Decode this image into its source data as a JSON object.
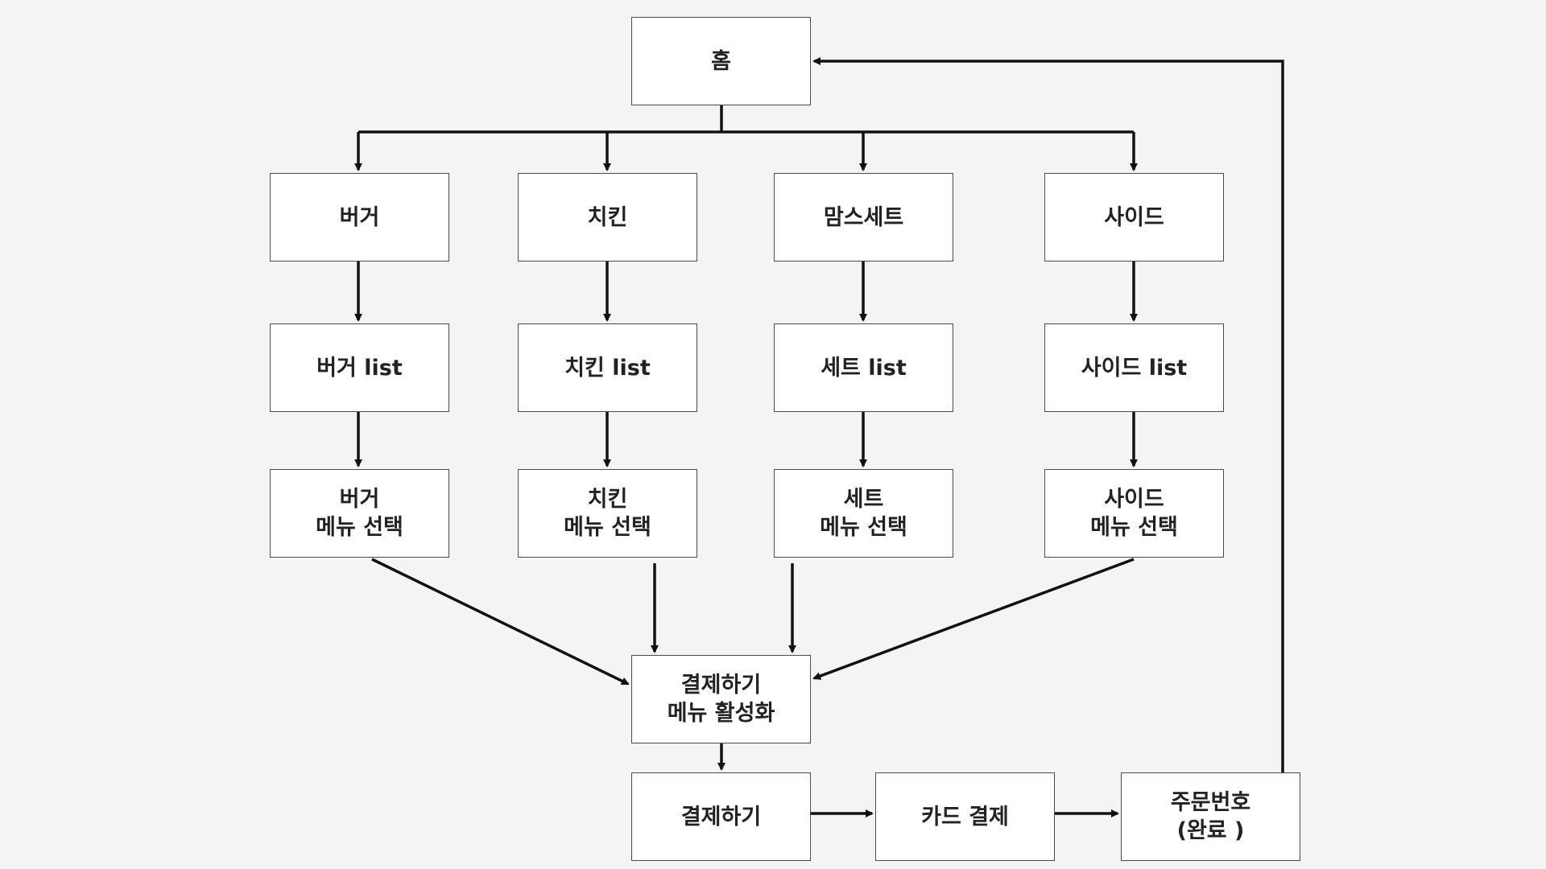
{
  "nodes": {
    "home": "홈",
    "burger": "버거",
    "chicken": "치킨",
    "moms_set": "맘스세트",
    "side": "사이드",
    "burger_list": "버거 list",
    "chicken_list": "치킨 list",
    "set_list": "세트 list",
    "side_list": "사이드 list",
    "burger_select": "버거\n메뉴 선택",
    "chicken_select": "치킨\n메뉴 선택",
    "set_select": "세트\n메뉴 선택",
    "side_select": "사이드\n메뉴 선택",
    "pay_activate": "결제하기\n메뉴 활성화",
    "pay": "결제하기",
    "card_pay": "카드 결제",
    "order_number": "주문번호\n(완료 )"
  },
  "edges": [
    {
      "from": "home",
      "to": "burger"
    },
    {
      "from": "home",
      "to": "chicken"
    },
    {
      "from": "home",
      "to": "moms_set"
    },
    {
      "from": "home",
      "to": "side"
    },
    {
      "from": "burger",
      "to": "burger_list"
    },
    {
      "from": "chicken",
      "to": "chicken_list"
    },
    {
      "from": "moms_set",
      "to": "set_list"
    },
    {
      "from": "side",
      "to": "side_list"
    },
    {
      "from": "burger_list",
      "to": "burger_select"
    },
    {
      "from": "chicken_list",
      "to": "chicken_select"
    },
    {
      "from": "set_list",
      "to": "set_select"
    },
    {
      "from": "side_list",
      "to": "side_select"
    },
    {
      "from": "burger_select",
      "to": "pay_activate"
    },
    {
      "from": "chicken_select",
      "to": "pay_activate"
    },
    {
      "from": "set_select",
      "to": "pay_activate"
    },
    {
      "from": "side_select",
      "to": "pay_activate"
    },
    {
      "from": "pay_activate",
      "to": "pay"
    },
    {
      "from": "pay",
      "to": "card_pay"
    },
    {
      "from": "card_pay",
      "to": "order_number"
    },
    {
      "from": "order_number",
      "to": "home"
    }
  ],
  "colors": {
    "background": "#f4f4f4",
    "node_fill": "#ffffff",
    "node_border": "#4a4a4a",
    "arrow": "#111111",
    "text": "#222222"
  }
}
